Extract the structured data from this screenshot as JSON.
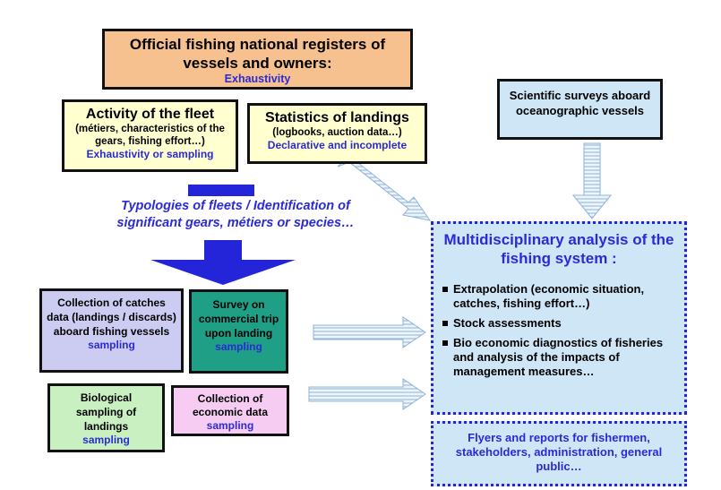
{
  "registers": {
    "title": "Official fishing national registers of vessels and owners:",
    "sub": "Exhaustivity"
  },
  "activity": {
    "title": "Activity of the fleet",
    "detail": "(métiers, characteristics of the gears, fishing effort…)",
    "sub": "Exhaustivity or sampling"
  },
  "landings": {
    "title": "Statistics of landings",
    "detail": "(logbooks, auction data…)",
    "sub": "Declarative and incomplete"
  },
  "surveys": {
    "title": "Scientific surveys aboard oceanographic vessels"
  },
  "typologies": "Typologies of fleets / Identification of significant gears, métiers or species…",
  "catches": {
    "title": "Collection of catches data (landings / discards) aboard fishing vessels",
    "sub": "sampling"
  },
  "trip": {
    "title": "Survey on commercial trip upon landing",
    "sub": "sampling"
  },
  "biological": {
    "title": "Biological sampling of landings",
    "sub": "sampling"
  },
  "economic": {
    "title": "Collection of economic data",
    "sub": "sampling"
  },
  "analysis": {
    "title": "Multidisciplinary analysis of the fishing system :",
    "items": [
      "Extrapolation (economic situation, catches, fishing effort…)",
      "Stock assessments",
      "Bio economic diagnostics of fisheries and analysis of the impacts of management measures…"
    ]
  },
  "flyers": "Flyers and reports for fishermen, stakeholders, administration, general public…",
  "colors": {
    "orange": "#f7c08f",
    "yellow": "#ffffd0",
    "light_blue": "#cfe6f7",
    "lavender": "#ccccf2",
    "teal": "#1e9f86",
    "green": "#c9f0c0",
    "pink": "#f7ccf2",
    "text_blue": "#2b2bd6",
    "arrow_blue": "#2424d8"
  }
}
